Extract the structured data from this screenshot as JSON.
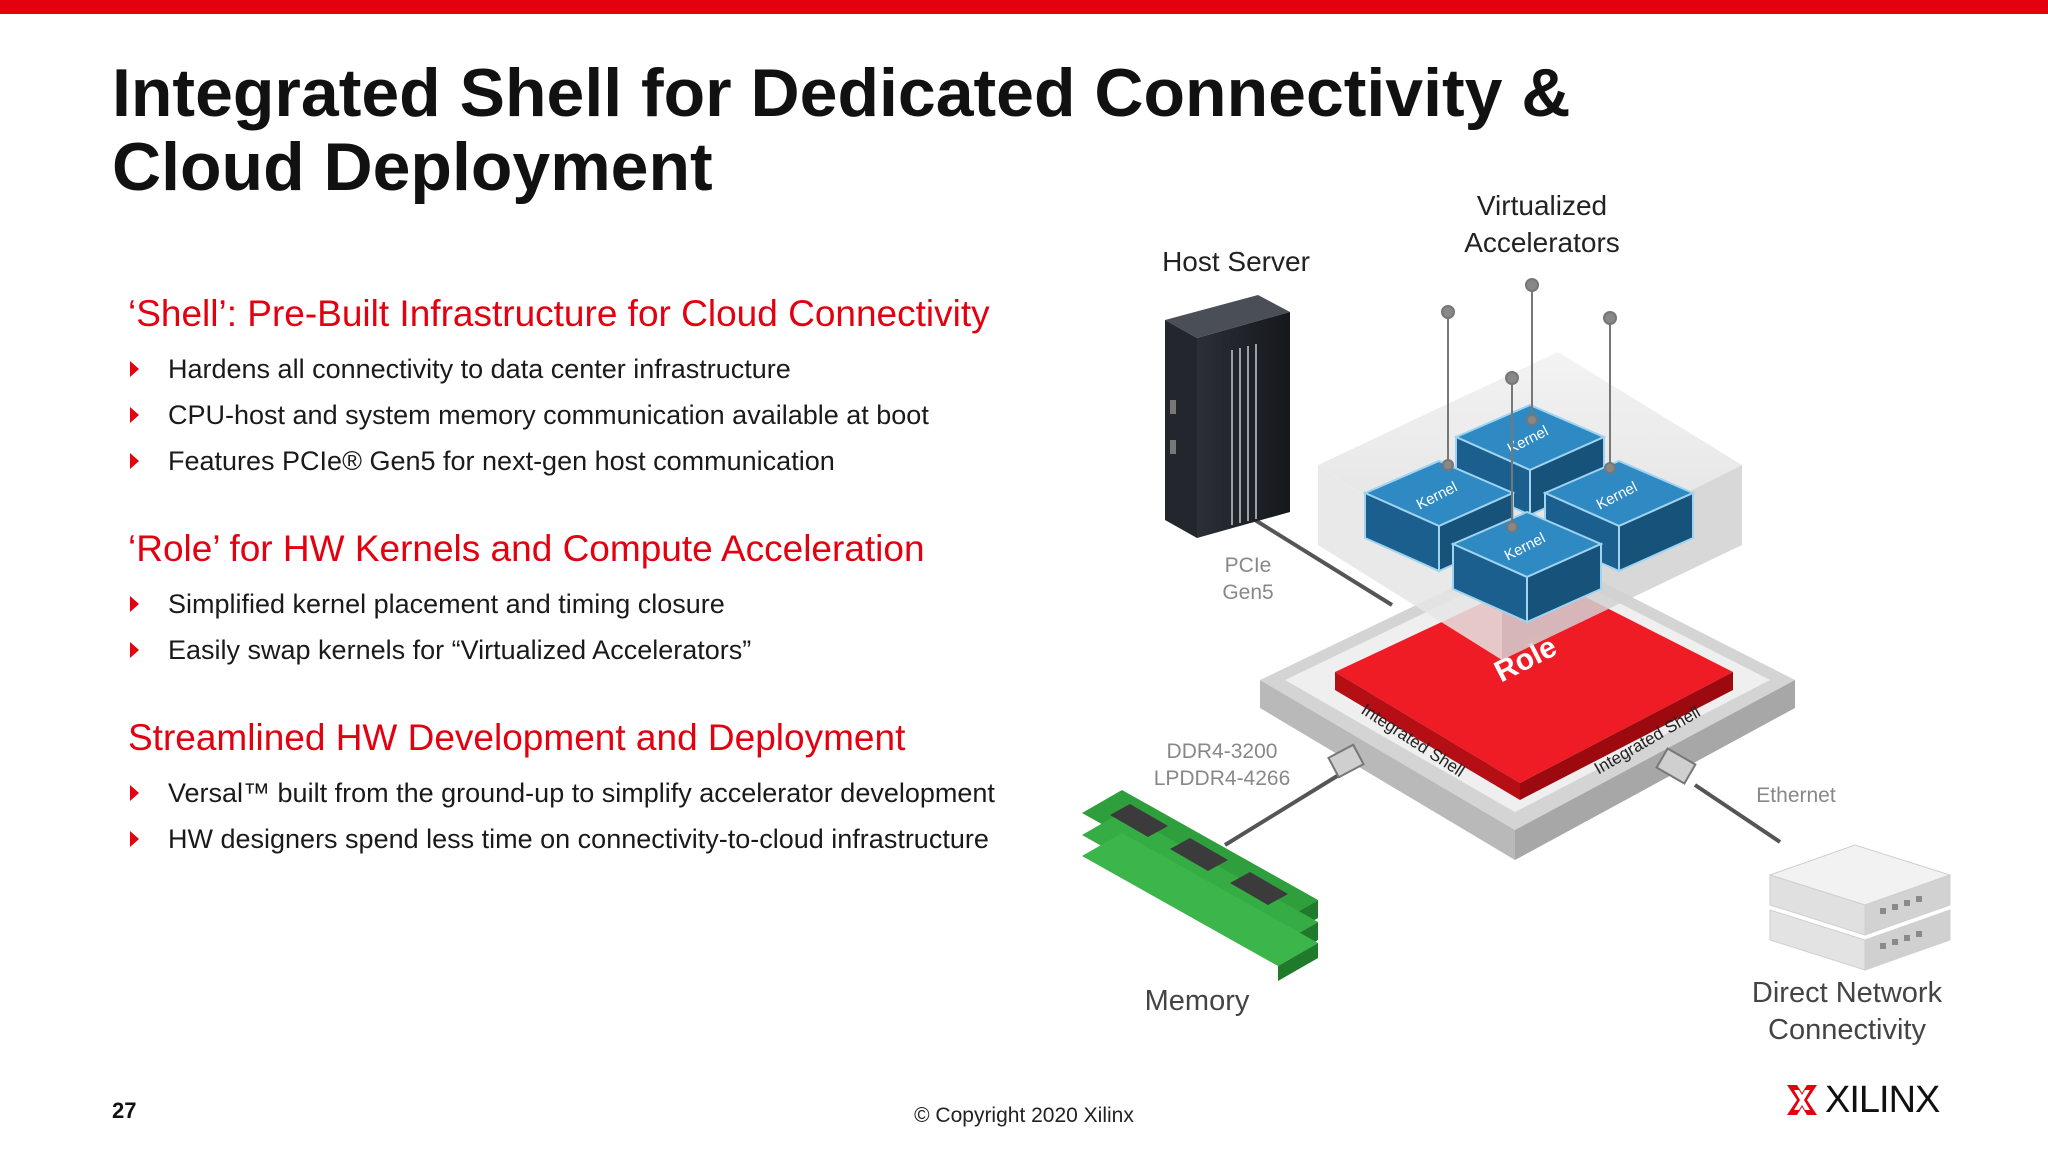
{
  "slide": {
    "title_line1": "Integrated Shell for Dedicated Connectivity &",
    "title_line2": "Cloud Deployment",
    "page_number": "27",
    "copyright": "© Copyright 2020 Xilinx",
    "logo_text": "XILINX",
    "colors": {
      "accent": "#e3000f",
      "kernel_blue": "#1d6fa5",
      "memory_green": "#2e9e3b"
    }
  },
  "sections": [
    {
      "heading": "‘Shell’: Pre-Built Infrastructure for Cloud Connectivity",
      "bullets": [
        "Hardens all connectivity to data center infrastructure",
        "CPU-host and system memory communication available at boot",
        "Features PCIe® Gen5 for next-gen host communication"
      ]
    },
    {
      "heading": "‘Role’ for HW Kernels and Compute Acceleration",
      "bullets": [
        "Simplified kernel placement and timing closure",
        "Easily swap kernels for “Virtualized Accelerators”"
      ]
    },
    {
      "heading": "Streamlined HW Development and Deployment",
      "bullets": [
        "Versal™ built from the ground-up to simplify accelerator development",
        "HW designers spend less time on connectivity-to-cloud infrastructure"
      ]
    }
  ],
  "diagram": {
    "host_server_label": "Host Server",
    "virtualized_line1": "Virtualized",
    "virtualized_line2": "Accelerators",
    "pcie_line1": "PCIe",
    "pcie_line2": "Gen5",
    "kernel_label": "Kernel",
    "role_label": "Role",
    "shell_label": "Integrated Shell",
    "ddr_line1": "DDR4-3200",
    "ddr_line2": "LPDDR4-4266",
    "ethernet_label": "Ethernet",
    "memory_label": "Memory",
    "network_line1": "Direct Network",
    "network_line2": "Connectivity"
  }
}
